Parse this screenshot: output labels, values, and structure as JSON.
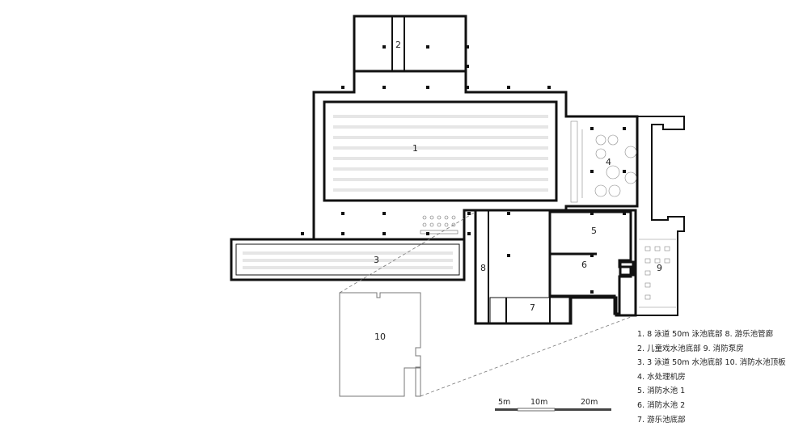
{
  "rooms": {
    "r1": "1",
    "r2": "2",
    "r3": "3",
    "r4": "4",
    "r5": "5",
    "r6": "6",
    "r7": "7",
    "r8": "8",
    "r9": "9",
    "r10": "10"
  },
  "legend": {
    "l1": "1. 8 泳道 50m 泳池底部 8. 游乐池管廊",
    "l2": "2. 儿童戏水池底部       9. 消防泵房",
    "l3": "3. 3 泳道 50m 水池底部 10. 消防水池顶板",
    "l4": "4. 水处理机房",
    "l5": "5. 消防水池 1",
    "l6": "6. 消防水池 2",
    "l7": "7. 游乐池底部"
  },
  "scale_bar": {
    "s1": "5m",
    "s2": "10m",
    "s3": "20m"
  }
}
